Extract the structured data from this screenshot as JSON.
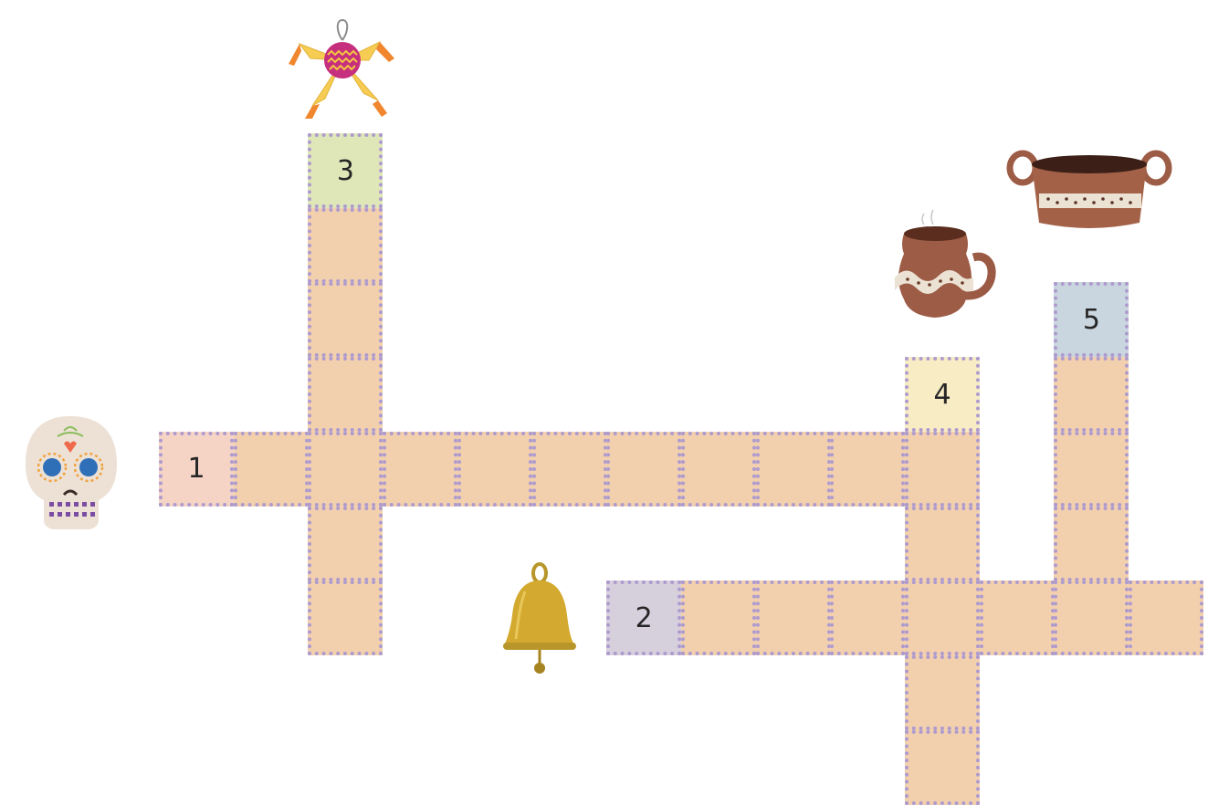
{
  "puzzle": {
    "words": [
      {
        "number": "1",
        "picture": "sugar-skull-icon",
        "direction": "across",
        "length": 11,
        "start": {
          "row": 4,
          "col": 0
        },
        "clue_color": "#f5d4c6"
      },
      {
        "number": "2",
        "picture": "bell-icon",
        "direction": "across",
        "length": 8,
        "start": {
          "row": 6,
          "col": 6
        },
        "clue_color": "#d6d0dd"
      },
      {
        "number": "3",
        "picture": "pinata-icon",
        "direction": "down",
        "length": 7,
        "start": {
          "row": 0,
          "col": 2
        },
        "clue_color": "#dfe7b9"
      },
      {
        "number": "4",
        "picture": "clay-mug-icon",
        "direction": "down",
        "length": 6,
        "start": {
          "row": 3,
          "col": 10
        },
        "clue_color": "#f8ecc5"
      },
      {
        "number": "5",
        "picture": "clay-pot-icon",
        "direction": "down",
        "length": 5,
        "start": {
          "row": 2,
          "col": 12
        },
        "clue_color": "#c9d5df"
      }
    ]
  }
}
